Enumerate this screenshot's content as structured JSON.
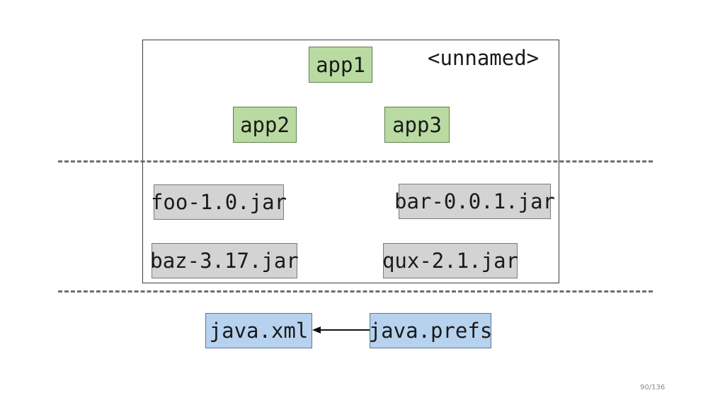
{
  "diagram": {
    "unnamed_label": "<unnamed>",
    "apps": {
      "app1": "app1",
      "app2": "app2",
      "app3": "app3"
    },
    "jars": {
      "foo": "foo-1.0.jar",
      "bar": "bar-0.0.1.jar",
      "baz": "baz-3.17.jar",
      "qux": "qux-2.1.jar"
    },
    "modules": {
      "java_xml": "java.xml",
      "java_prefs": "java.prefs"
    },
    "edges": [
      {
        "from": "java.prefs",
        "to": "java.xml"
      }
    ]
  },
  "footer": {
    "page_number": "90/136"
  },
  "colors": {
    "app_fill": "#b9dba2",
    "jar_fill": "#d3d3d3",
    "module_fill": "#b7d2ee"
  }
}
